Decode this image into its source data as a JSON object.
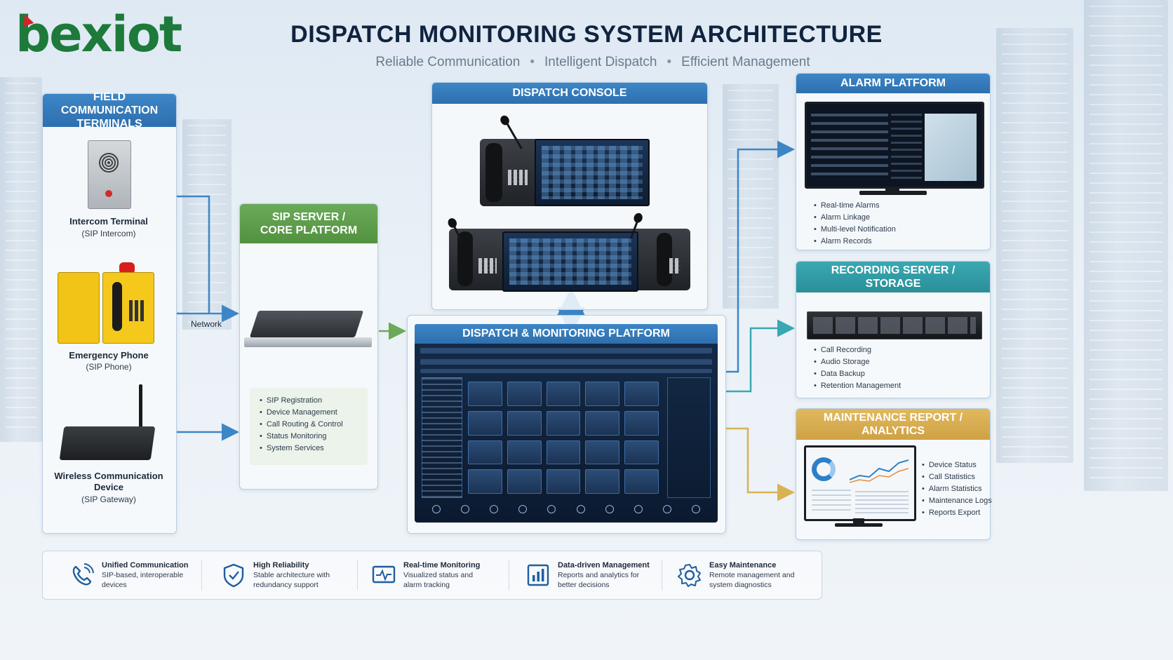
{
  "brand": {
    "logo_text": "bexiot"
  },
  "header": {
    "title": "DISPATCH MONITORING SYSTEM ARCHITECTURE",
    "subtitle_parts": [
      "Reliable Communication",
      "Intelligent Dispatch",
      "Efficient Management"
    ]
  },
  "field_terminals": {
    "title": "FIELD COMMUNICATION TERMINALS",
    "devices": [
      {
        "name": "Intercom Terminal",
        "type": "(SIP Intercom)"
      },
      {
        "name": "Emergency Phone",
        "type": "(SIP Phone)"
      },
      {
        "name": "Wireless Communication Device",
        "type": "(SIP Gateway)"
      }
    ],
    "link_label": "Network"
  },
  "sip_server": {
    "title": "SIP SERVER / CORE PLATFORM",
    "features": [
      "SIP Registration",
      "Device Management",
      "Call Routing & Control",
      "Status Monitoring",
      "System Services"
    ]
  },
  "dispatch_console": {
    "title": "DISPATCH CONSOLE"
  },
  "monitoring_platform": {
    "title": "DISPATCH & MONITORING PLATFORM"
  },
  "alarm_platform": {
    "title": "ALARM PLATFORM",
    "features": [
      "Real-time Alarms",
      "Alarm Linkage",
      "Multi-level Notification",
      "Alarm Records"
    ]
  },
  "recording_server": {
    "title": "RECORDING SERVER / STORAGE",
    "features": [
      "Call Recording",
      "Audio Storage",
      "Data Backup",
      "Retention Management"
    ]
  },
  "maintenance": {
    "title": "MAINTENANCE REPORT / ANALYTICS",
    "features": [
      "Device Status",
      "Call Statistics",
      "Alarm Statistics",
      "Maintenance Logs",
      "Reports Export"
    ]
  },
  "footer": {
    "items": [
      {
        "icon": "phone-icon",
        "title": "Unified Communication",
        "line1": "SIP-based, interoperable",
        "line2": "devices"
      },
      {
        "icon": "shield-check-icon",
        "title": "High Reliability",
        "line1": "Stable architecture with",
        "line2": "redundancy support"
      },
      {
        "icon": "pulse-monitor-icon",
        "title": "Real-time Monitoring",
        "line1": "Visualized status and",
        "line2": "alarm tracking"
      },
      {
        "icon": "bar-chart-icon",
        "title": "Data-driven Management",
        "line1": "Reports and analytics for",
        "line2": "better decisions"
      },
      {
        "icon": "gear-icon",
        "title": "Easy Maintenance",
        "line1": "Remote management and",
        "line2": "system diagnostics"
      }
    ]
  },
  "colors": {
    "blue": "#2d6fae",
    "green": "#52913f",
    "teal": "#2a8f99",
    "gold": "#cfa145",
    "title": "#10233f"
  }
}
